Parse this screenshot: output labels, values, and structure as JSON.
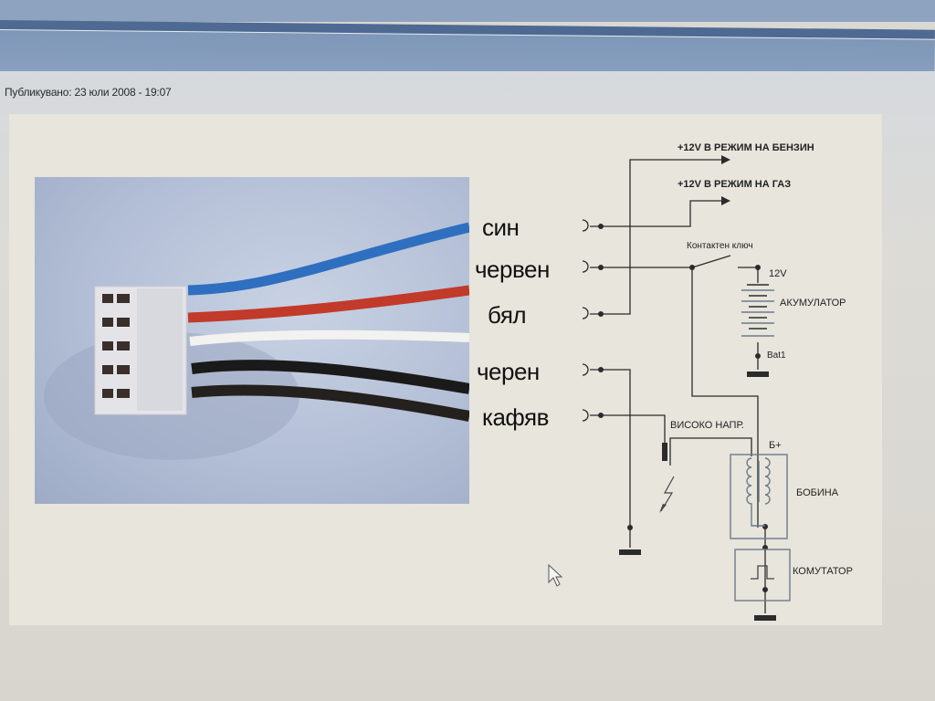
{
  "header": {
    "published": "Публикувано: 23 юли 2008 - 19:07"
  },
  "photo": {
    "wires": [
      {
        "name": "blue",
        "color": "#2f6fc0"
      },
      {
        "name": "red",
        "color": "#c23a2a"
      },
      {
        "name": "white",
        "color": "#f2f2f0"
      },
      {
        "name": "black",
        "color": "#1a1a1a"
      },
      {
        "name": "brown",
        "color": "#24201e"
      }
    ]
  },
  "diagram": {
    "wire_labels": [
      "син",
      "червен",
      "бял",
      "черен",
      "кафяв"
    ],
    "output_petrol": "+12V В РЕЖИМ НА БЕНЗИН",
    "output_gas": "+12V В РЕЖИМ НА ГАЗ",
    "ignition_key": "Контактен ключ",
    "battery_voltage": "12V",
    "battery_label": "АКУМУЛАТОР",
    "battery_ref": "Bat1",
    "high_voltage": "ВИСОКО НАПР.",
    "coil_plus": "Б+",
    "coil_label": "БОБИНА",
    "commutator_label": "КОМУТАТОР"
  },
  "colors": {
    "line": "#2b2b2b",
    "component": "#6f7a8a"
  }
}
